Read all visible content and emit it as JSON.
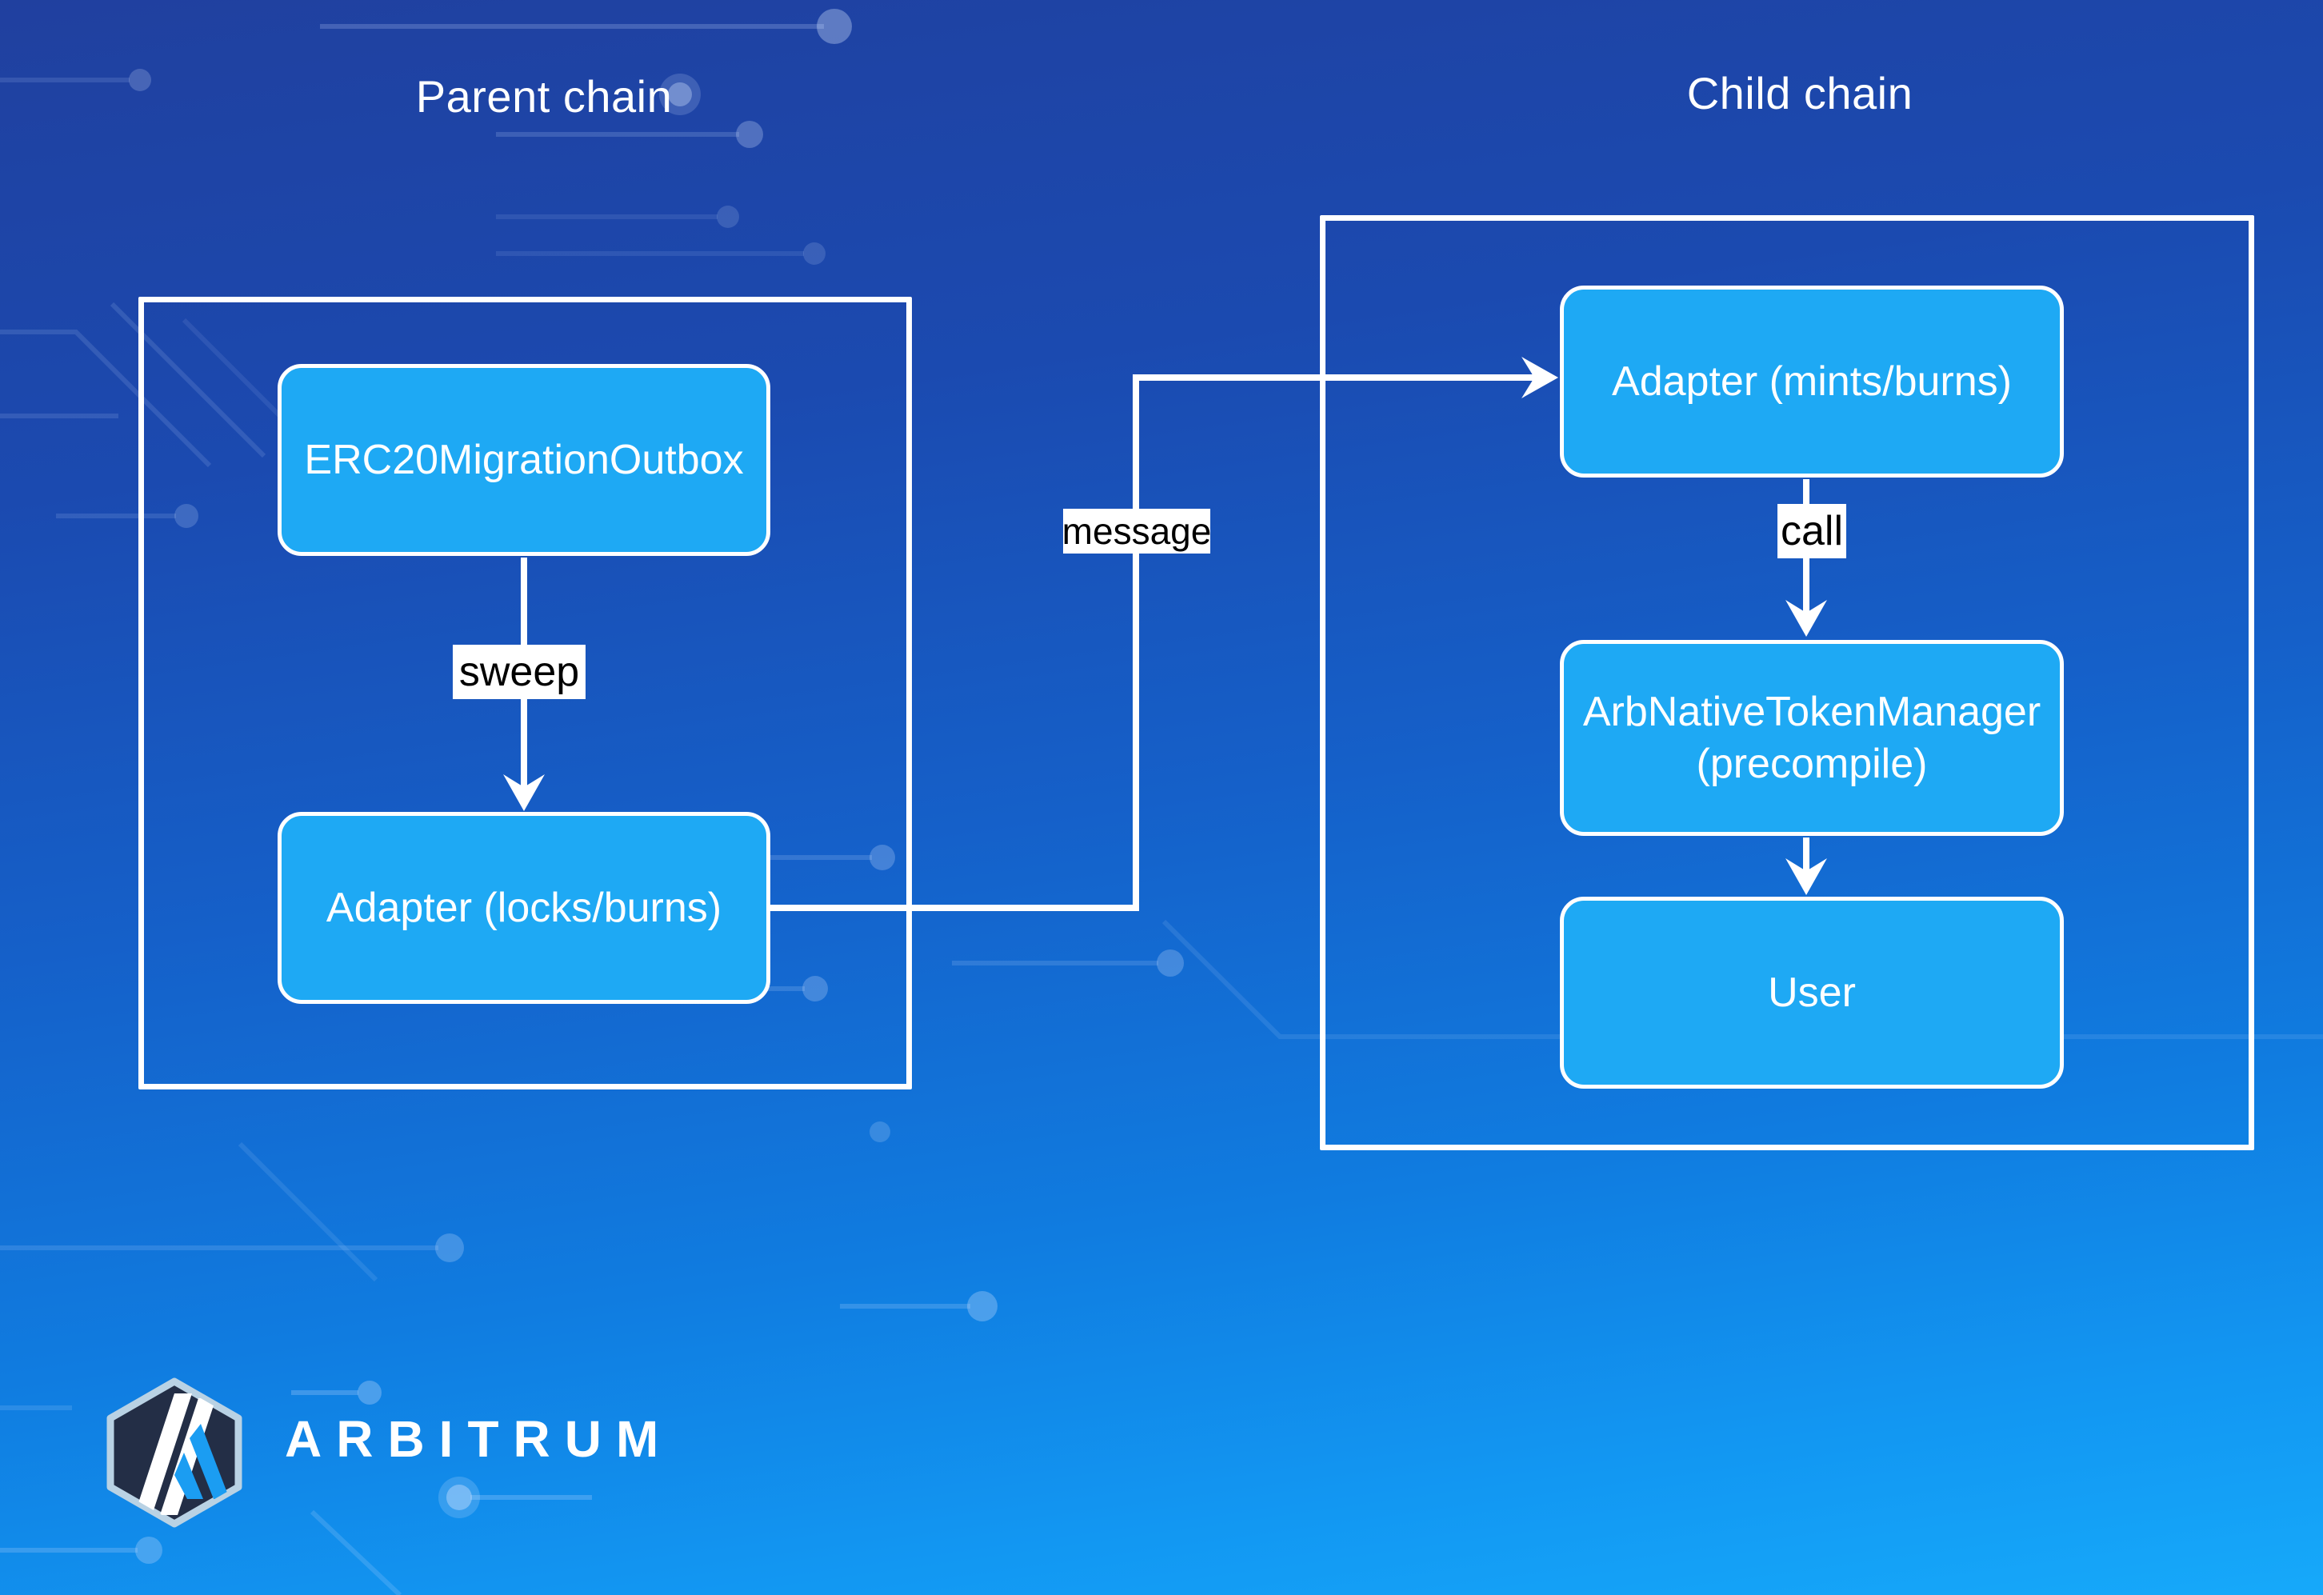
{
  "diagram": {
    "parent_chain": {
      "label": "Parent chain",
      "nodes": [
        {
          "label": "ERC20MigrationOutbox"
        },
        {
          "label": "Adapter (locks/burns)"
        }
      ],
      "edges": [
        {
          "from": "ERC20MigrationOutbox",
          "to": "Adapter (locks/burns)",
          "label": "sweep"
        }
      ]
    },
    "child_chain": {
      "label": "Child chain",
      "nodes": [
        {
          "label": "Adapter (mints/burns)"
        },
        {
          "label": "ArbNativeTokenManager (precompile)",
          "line1": "ArbNativeTokenManager",
          "line2": "(precompile)"
        },
        {
          "label": "User"
        }
      ],
      "edges": [
        {
          "from": "Adapter (mints/burns)",
          "to": "ArbNativeTokenManager (precompile)",
          "label": "call"
        },
        {
          "from": "ArbNativeTokenManager (precompile)",
          "to": "User",
          "label": ""
        }
      ]
    },
    "cross_chain_edge": {
      "from": "Adapter (locks/burns)",
      "to": "Adapter (mints/burns)",
      "label": "message"
    }
  },
  "branding": {
    "wordmark": "ARBITRUM",
    "logo": "arbitrum-hexagon-logo"
  },
  "colors": {
    "node_fill": "#1ea9f4",
    "node_border": "#ffffff",
    "container_border": "#ffffff",
    "bg_top": "#20409f",
    "bg_bottom": "#16a9fa",
    "edge_label_bg": "#ffffff",
    "edge_label_text": "#000000",
    "chain_label_text": "#ffffff",
    "logo_hex_fill": "#232e46",
    "logo_hex_border": "#b9d2e4",
    "logo_accent": "#1b9df2"
  }
}
